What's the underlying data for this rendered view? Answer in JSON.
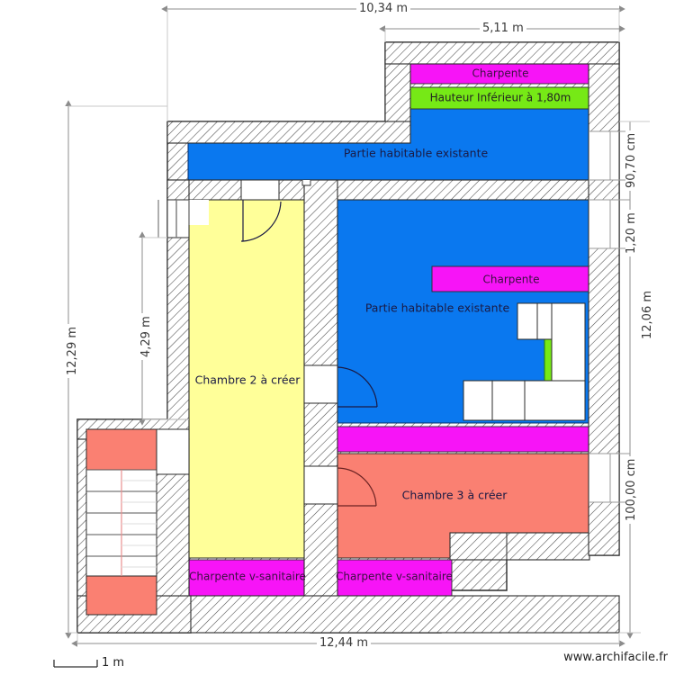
{
  "app": {
    "watermark": "www.archifacile.fr",
    "scale_bar_label": "1 m"
  },
  "dimensions": {
    "top_overall": "10,34 m",
    "top_right": "5,11 m",
    "left_overall": "12,29 m",
    "left_inner": "4,29 m",
    "right_overall": "12,06 m",
    "right_top": "90,70 cm",
    "right_mid": "1,20 m",
    "right_bottom": "100,00 cm",
    "bottom_overall": "12,44 m"
  },
  "rooms": [
    {
      "id": "chambre2",
      "label": "Chambre 2 à créer",
      "color": "#ffff99"
    },
    {
      "id": "chambre3",
      "label": "Chambre 3 à créer",
      "color": "#fa8072"
    },
    {
      "id": "habitable_top",
      "label": "Partie habitable existante",
      "color": "#0a78ef"
    },
    {
      "id": "habitable_mid",
      "label": "Partie habitable existante",
      "color": "#0a78ef"
    }
  ],
  "zones": [
    {
      "id": "charpente_top",
      "label": "Charpente",
      "color": "#f714f7"
    },
    {
      "id": "hauteur_inf",
      "label": "Hauteur Inférieur à 1,80m",
      "color": "#76e916"
    },
    {
      "id": "charpente_mid",
      "label": "Charpente",
      "color": "#f714f7"
    },
    {
      "id": "charpente_band",
      "label": "",
      "color": "#f714f7"
    },
    {
      "id": "charpente_vs_left",
      "label": "Charpente v-sanitaire",
      "color": "#f714f7"
    },
    {
      "id": "charpente_vs_right",
      "label": "Charpente v-sanitaire",
      "color": "#f714f7"
    },
    {
      "id": "green_strip",
      "label": "",
      "color": "#76e916"
    }
  ],
  "colors": {
    "wall_stroke": "#2b2b2b",
    "hatch": "#555555",
    "blue": "#0a78ef",
    "yellow": "#ffff99",
    "salmon": "#fa8072",
    "magenta": "#f714f7",
    "green": "#76e916",
    "dim_line": "#8c8c8c",
    "white": "#ffffff"
  },
  "legend": {
    "stairs_name": "staircase"
  }
}
